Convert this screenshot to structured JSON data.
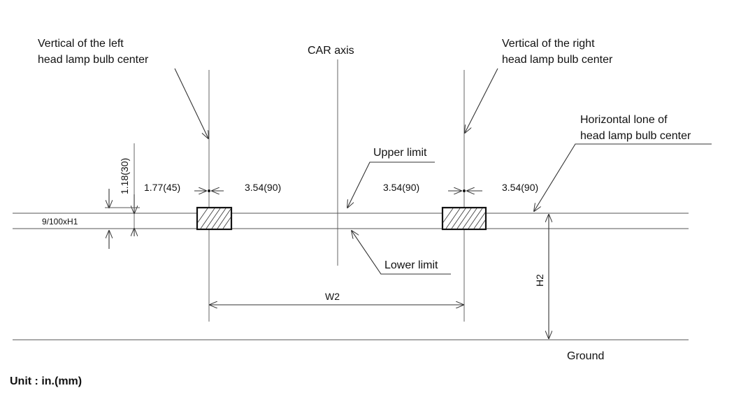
{
  "labels": {
    "left_vertical_line1": "Vertical of the left",
    "left_vertical_line2": "head lamp bulb center",
    "car_axis": "CAR axis",
    "right_vertical_line1": "Vertical of the right",
    "right_vertical_line2": "head lamp bulb center",
    "horizontal_line1": "Horizontal lone of",
    "horizontal_line2": "head lamp bulb center",
    "upper_limit": "Upper limit",
    "lower_limit": "Lower limit",
    "ground": "Ground",
    "unit": "Unit : in.(mm)"
  },
  "dimensions": {
    "vertical_offset": "1.18(30)",
    "left_offset": "1.77(45)",
    "left_right_offset": "3.54(90)",
    "right_left_offset": "3.54(90)",
    "right_right_offset": "3.54(90)",
    "height_ratio": "9/100xH1",
    "width": "W2",
    "height": "H2"
  }
}
